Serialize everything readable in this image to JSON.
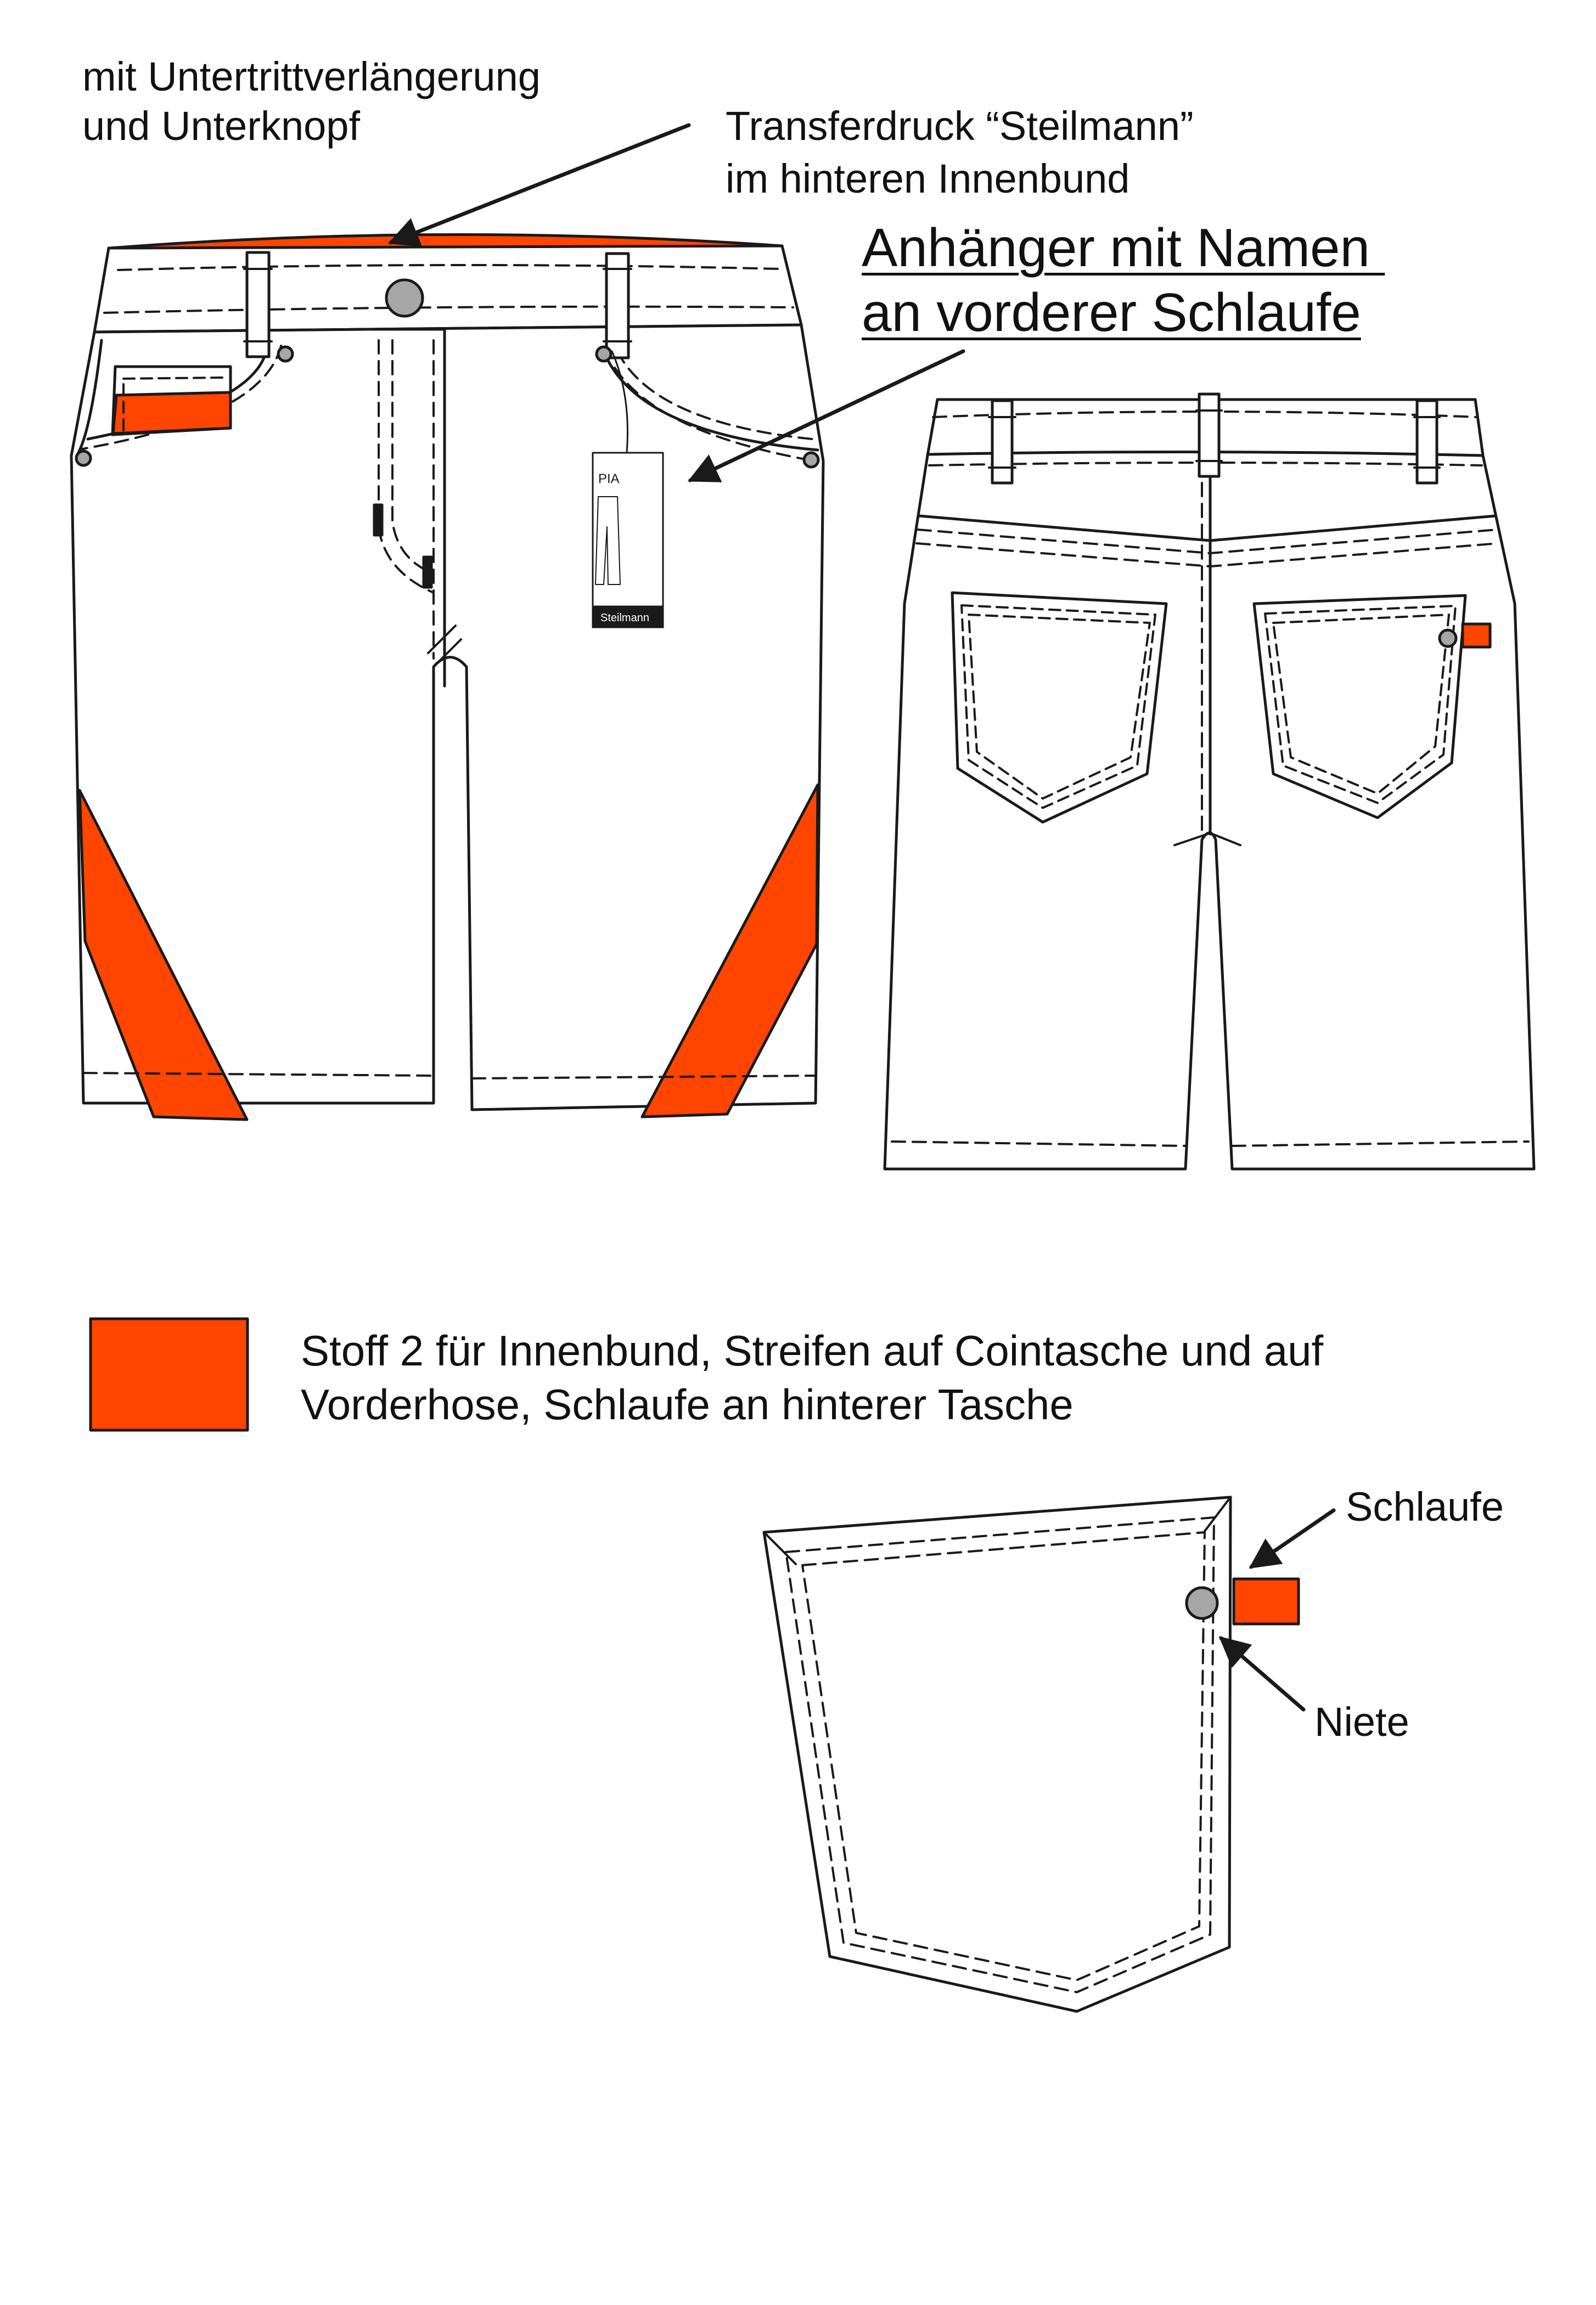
{
  "labels": {
    "untertritt": [
      "mit Untertrittverlängerung",
      "und Unterknopf"
    ],
    "transfer": [
      "Transferdruck “Steilmann”",
      "im hinteren Innenbund"
    ],
    "anhaenger": [
      "Anhänger mit Namen ",
      "an vorderer Schlaufe"
    ],
    "legend": [
      "Stoff 2 für Innenbund, Streifen auf Cointasche und auf",
      "Vorderhose, Schlaufe an hinterer Tasche"
    ],
    "schlaufe": "Schlaufe",
    "niete": "Niete"
  },
  "hang_tag": {
    "name": "PIA",
    "brand": "Steilmann"
  },
  "colors": {
    "accent": "#ff4500",
    "outline": "#1a1a1a",
    "rivet": "#a6a6a6"
  }
}
